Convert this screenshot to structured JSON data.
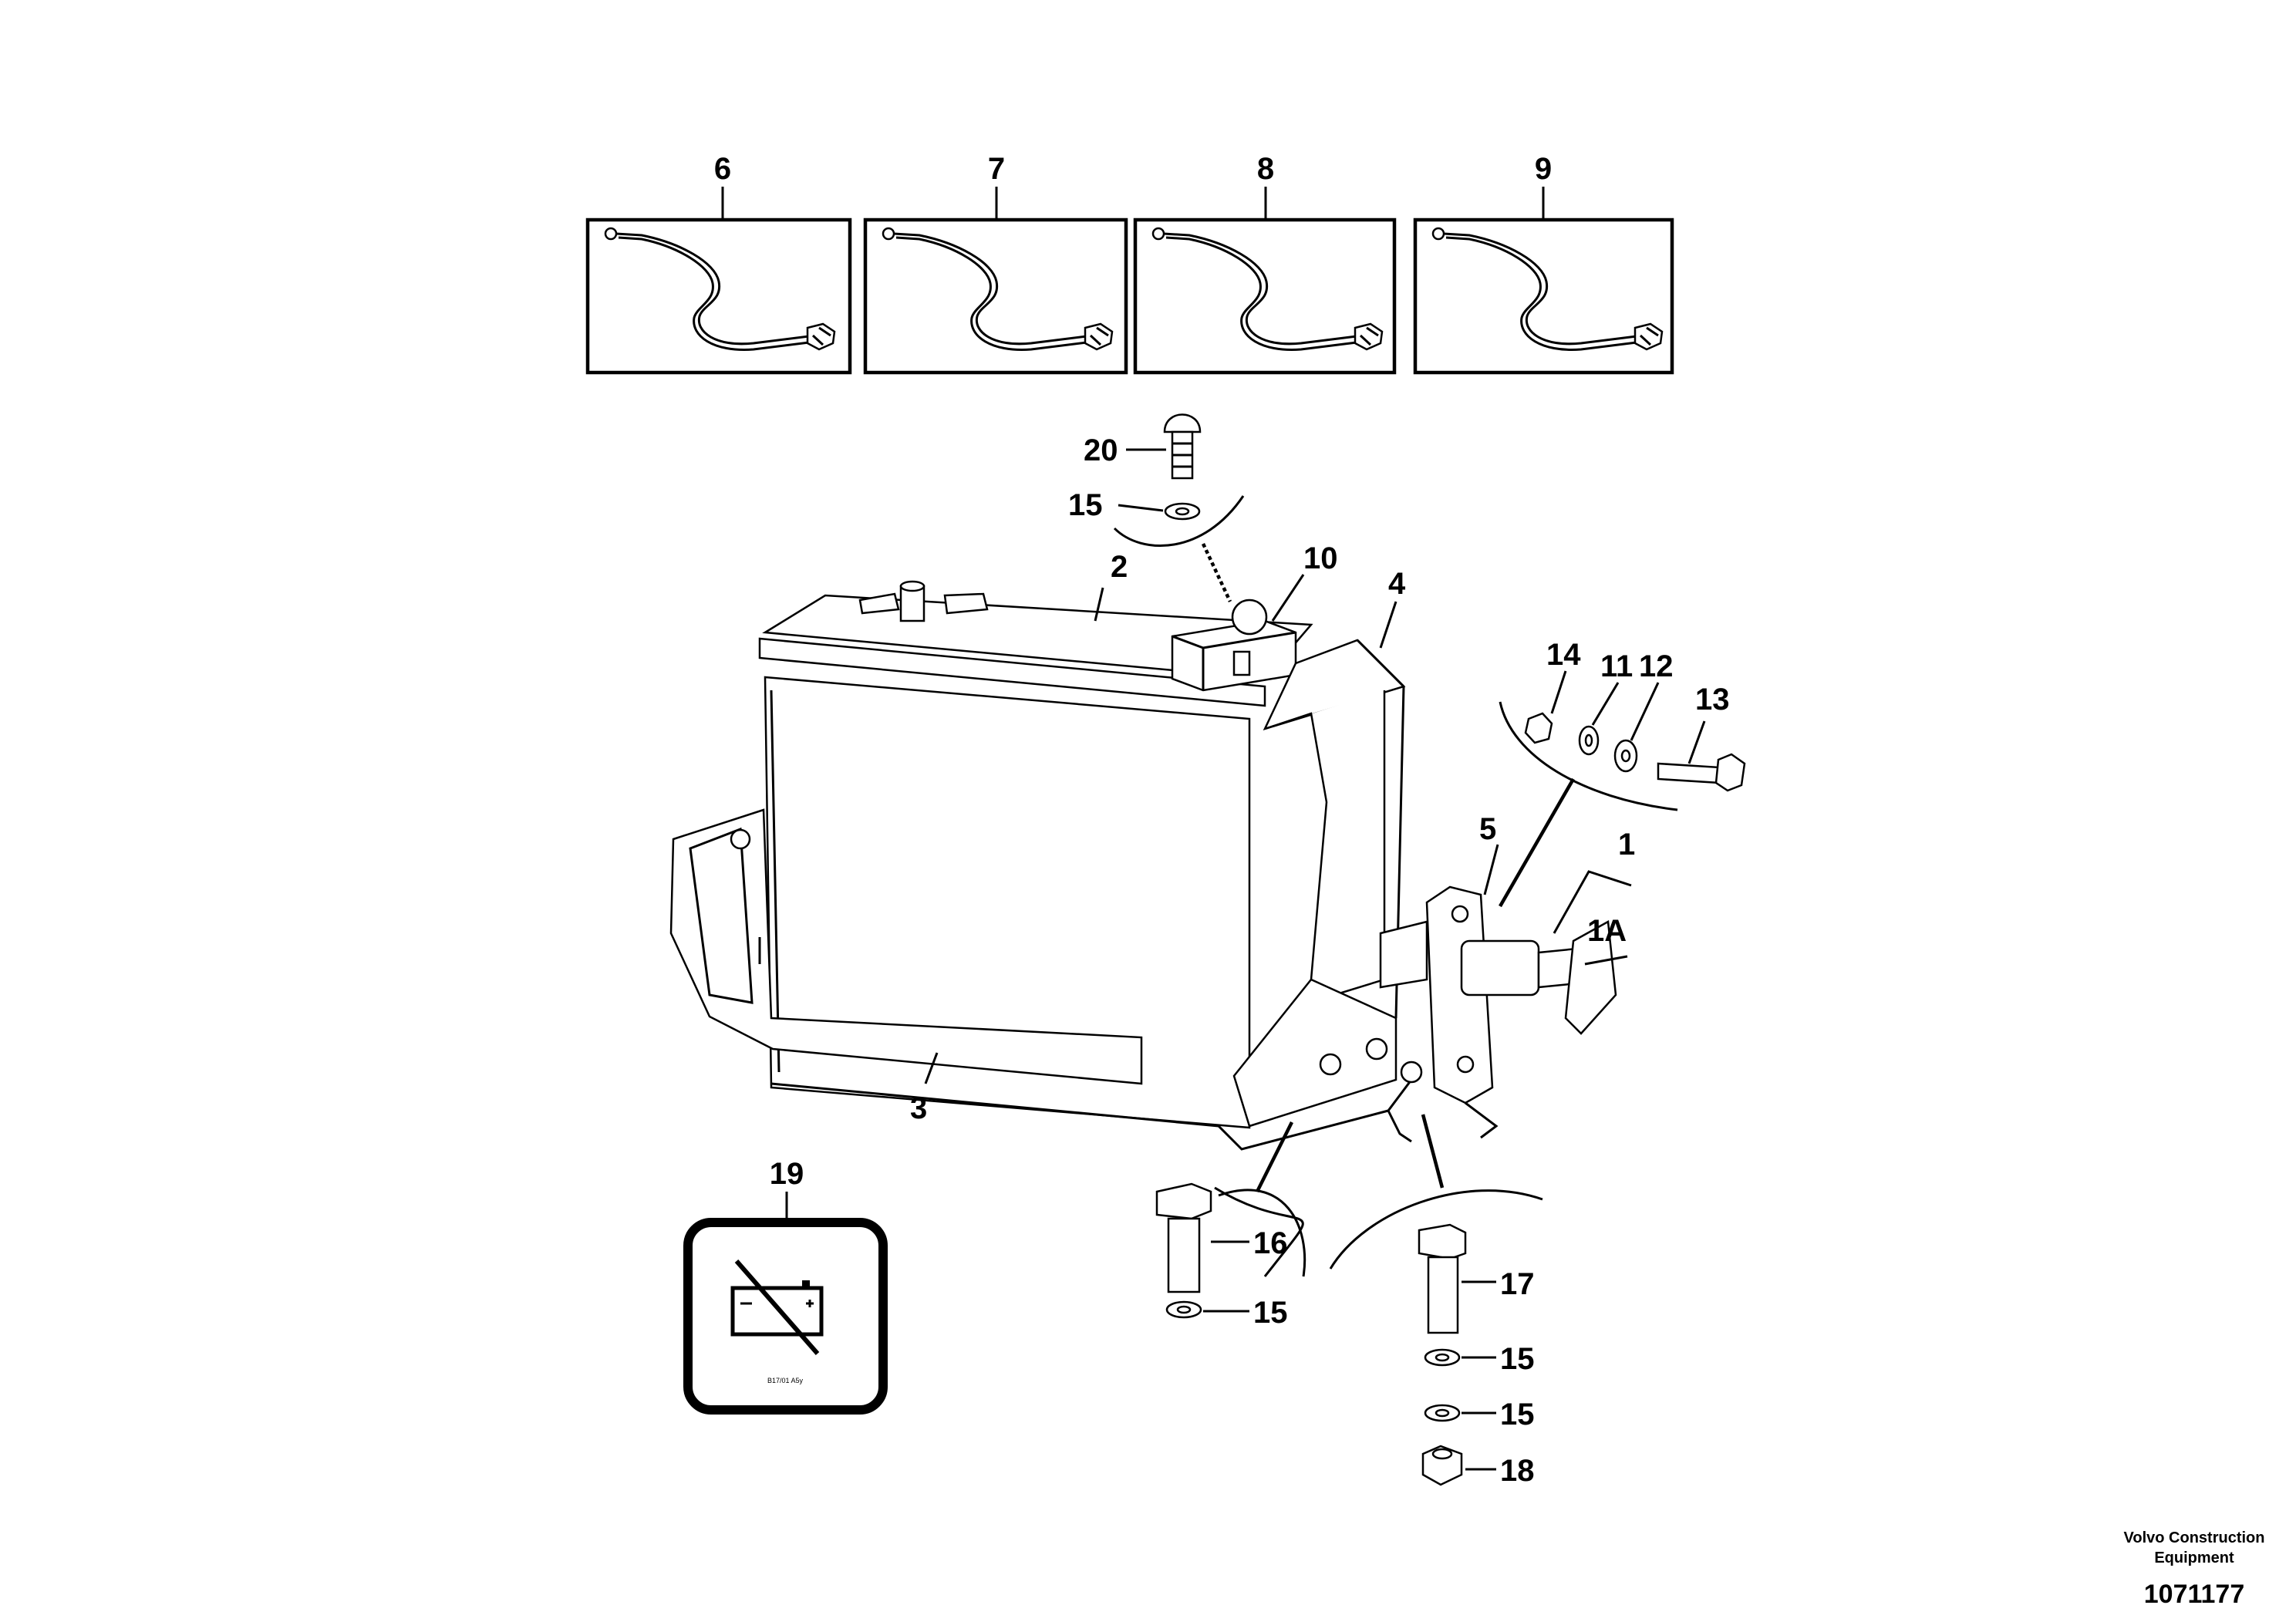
{
  "callouts": {
    "c6": "6",
    "c7": "7",
    "c8": "8",
    "c9": "9",
    "c20": "20",
    "c15a": "15",
    "c2": "2",
    "c10": "10",
    "c4": "4",
    "c14": "14",
    "c11": "11",
    "c12": "12",
    "c13": "13",
    "c5": "5",
    "c1": "1",
    "c1a": "1A",
    "c3": "3",
    "c19": "19",
    "c16": "16",
    "c15b": "15",
    "c17": "17",
    "c15c": "15",
    "c15d": "15",
    "c18": "18"
  },
  "footer": {
    "brand_line1": "Volvo Construction",
    "brand_line2": "Equipment",
    "doc_number": "1071177"
  },
  "decal": {
    "code": "B17/01 A5y"
  }
}
